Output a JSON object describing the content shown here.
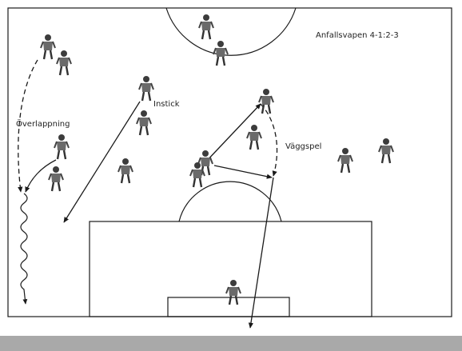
{
  "diagram": {
    "title": "Anfallsvapen 4-1:2-3",
    "labels": {
      "overlap": "Överlappning",
      "through_pass": "Instick",
      "wall_pass": "Väggspel"
    }
  },
  "colors": {
    "paper": "#ffffff",
    "line": "#1a1a1a",
    "player": "#5a5a5a",
    "scan_band": "#a9a9a9"
  },
  "icons": {
    "player": "player-figure-icon"
  }
}
